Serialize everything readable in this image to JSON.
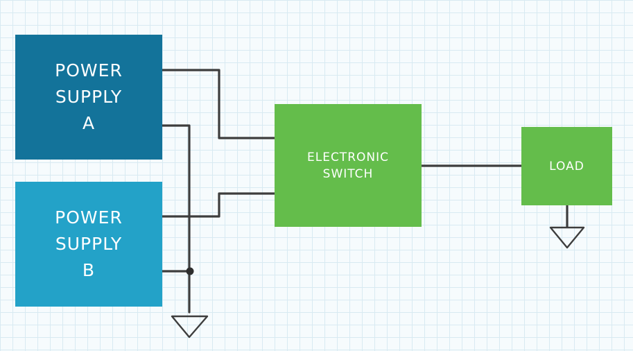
{
  "diagram": {
    "power_supply_a": {
      "label": "POWER\nSUPPLY\nA",
      "color": "#13739a"
    },
    "power_supply_b": {
      "label": "POWER\nSUPPLY\nB",
      "color": "#23a2c8"
    },
    "electronic_switch": {
      "label": "ELECTRONIC\nSWITCH",
      "color": "#64bd4b"
    },
    "load": {
      "label": "LOAD",
      "color": "#64bd4b"
    },
    "wire_color": "#3d3d3d",
    "grid_color": "#d8eaf2",
    "connections": [
      {
        "from": "power_supply_a",
        "to": "electronic_switch"
      },
      {
        "from": "power_supply_b",
        "to": "electronic_switch"
      },
      {
        "from": "electronic_switch",
        "to": "load"
      },
      {
        "from": "power_supply_a",
        "to": "ground"
      },
      {
        "from": "power_supply_b",
        "to": "ground"
      },
      {
        "from": "load",
        "to": "ground"
      }
    ],
    "icons": [
      "ground-symbol-icon",
      "junction-dot-icon"
    ]
  }
}
